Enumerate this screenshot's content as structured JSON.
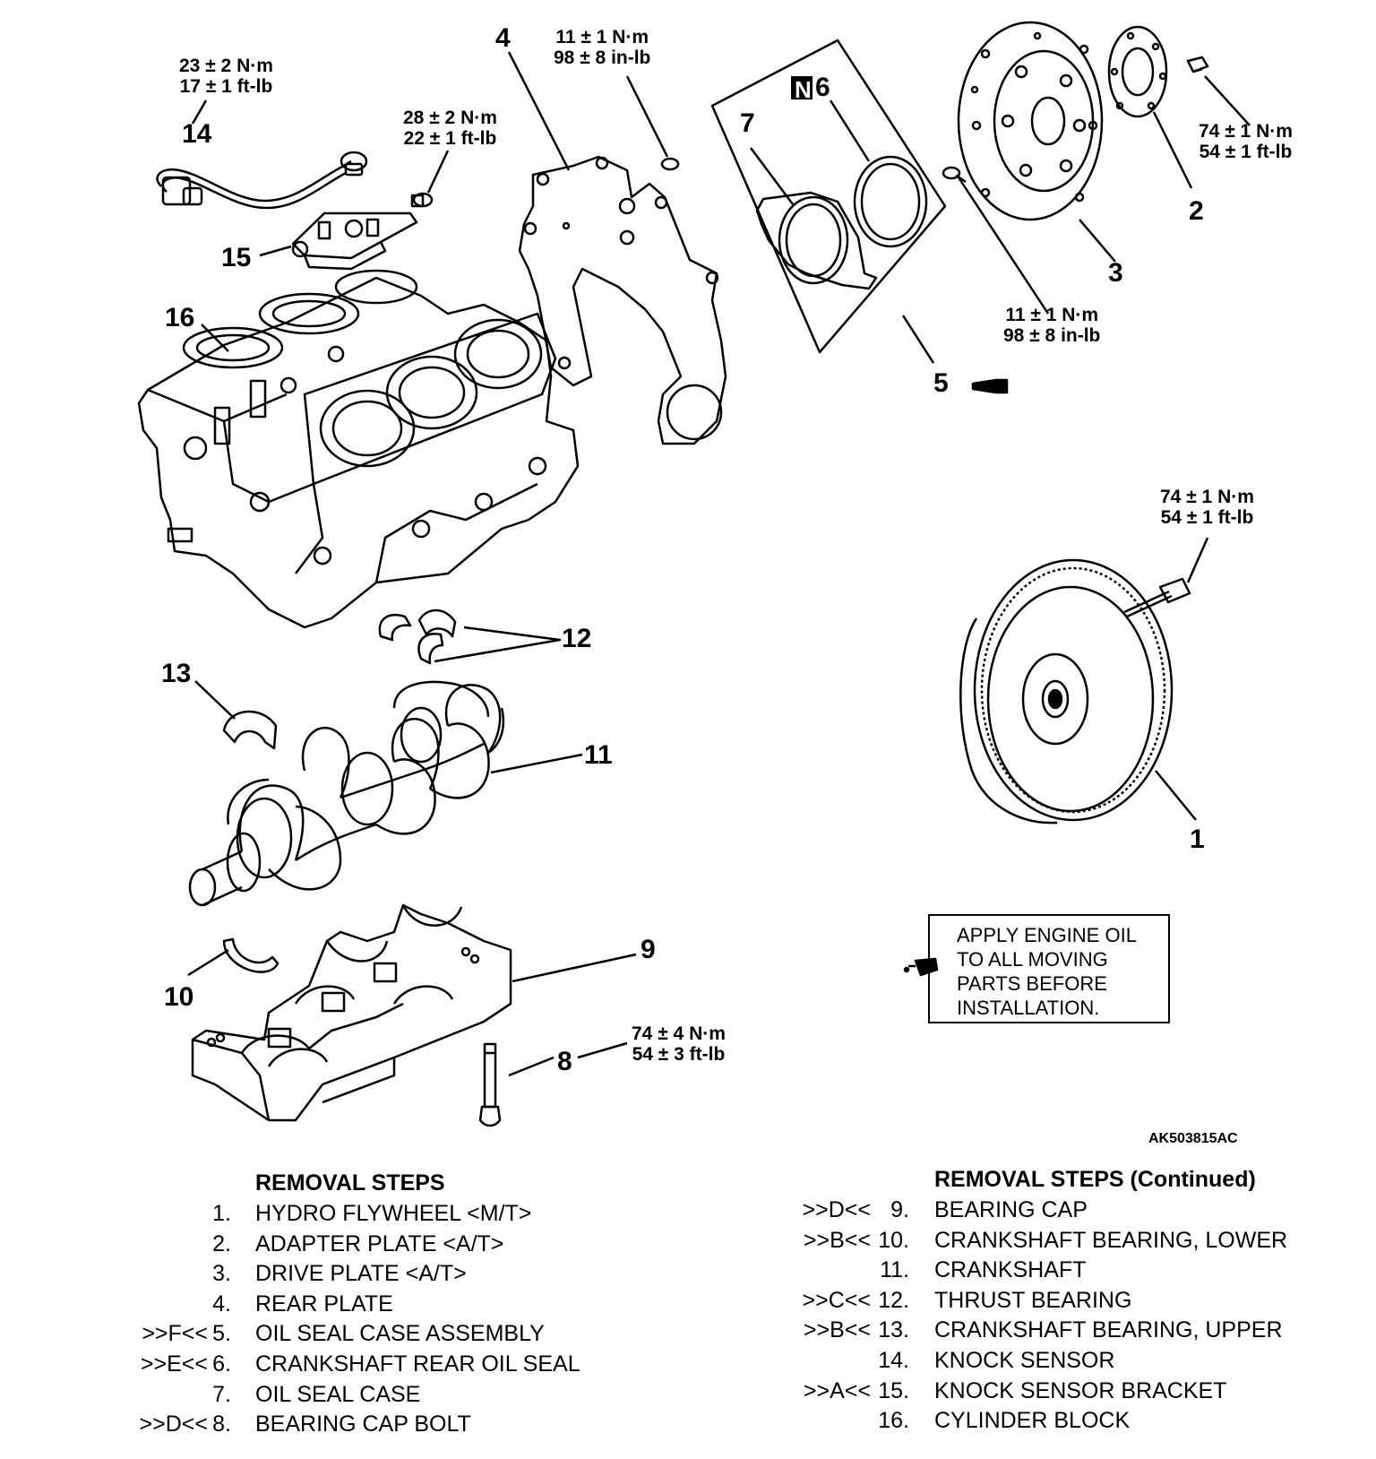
{
  "callouts": {
    "c1": "1",
    "c2": "2",
    "c3": "3",
    "c4": "4",
    "c5": "5",
    "c6": "6",
    "c7": "7",
    "c8": "8",
    "c9": "9",
    "c10": "10",
    "c11": "11",
    "c12": "12",
    "c13": "13",
    "c14": "14",
    "c15": "15",
    "c16": "16",
    "n6_mark": "N"
  },
  "torques": {
    "t14": [
      "23 ± 2 N·m",
      "17 ± 1 ft-lb"
    ],
    "t15": [
      "28 ± 2 N·m",
      "22 ± 1 ft-lb"
    ],
    "t4": [
      "11 ± 1 N·m",
      "98 ± 8 in-lb"
    ],
    "t2": [
      "74 ± 1 N·m",
      "54 ± 1 ft-lb"
    ],
    "t3": [
      "11 ± 1 N·m",
      "98 ± 8 in-lb"
    ],
    "t1": [
      "74 ± 1 N·m",
      "54 ± 1 ft-lb"
    ],
    "t8": [
      "74 ± 4 N·m",
      "54 ± 3 ft-lb"
    ]
  },
  "note": [
    "APPLY ENGINE OIL",
    "TO ALL MOVING",
    "PARTS BEFORE",
    "INSTALLATION."
  ],
  "figure_id": "AK503815AC",
  "removal_left": {
    "heading": "REMOVAL STEPS",
    "items": [
      {
        "ref": "",
        "num": "1.",
        "name": "HYDRO FLYWHEEL <M/T>"
      },
      {
        "ref": "",
        "num": "2.",
        "name": "ADAPTER PLATE <A/T>"
      },
      {
        "ref": "",
        "num": "3.",
        "name": "DRIVE PLATE <A/T>"
      },
      {
        "ref": "",
        "num": "4.",
        "name": "REAR PLATE"
      },
      {
        "ref": ">>F<<",
        "num": "5.",
        "name": "OIL SEAL CASE ASSEMBLY"
      },
      {
        "ref": ">>E<<",
        "num": "6.",
        "name": "CRANKSHAFT REAR OIL SEAL"
      },
      {
        "ref": "",
        "num": "7.",
        "name": "OIL SEAL CASE"
      },
      {
        "ref": ">>D<<",
        "num": "8.",
        "name": "BEARING CAP BOLT"
      }
    ]
  },
  "removal_right": {
    "heading": "REMOVAL STEPS (Continued)",
    "items": [
      {
        "ref": ">>D<<",
        "num": "9.",
        "name": "BEARING CAP"
      },
      {
        "ref": ">>B<<",
        "num": "10.",
        "name": "CRANKSHAFT BEARING, LOWER"
      },
      {
        "ref": "",
        "num": "11.",
        "name": "CRANKSHAFT"
      },
      {
        "ref": ">>C<<",
        "num": "12.",
        "name": "THRUST BEARING"
      },
      {
        "ref": ">>B<<",
        "num": "13.",
        "name": "CRANKSHAFT BEARING, UPPER"
      },
      {
        "ref": "",
        "num": "14.",
        "name": "KNOCK SENSOR"
      },
      {
        "ref": ">>A<<",
        "num": "15.",
        "name": "KNOCK SENSOR BRACKET"
      },
      {
        "ref": "",
        "num": "16.",
        "name": "CYLINDER BLOCK"
      }
    ]
  }
}
